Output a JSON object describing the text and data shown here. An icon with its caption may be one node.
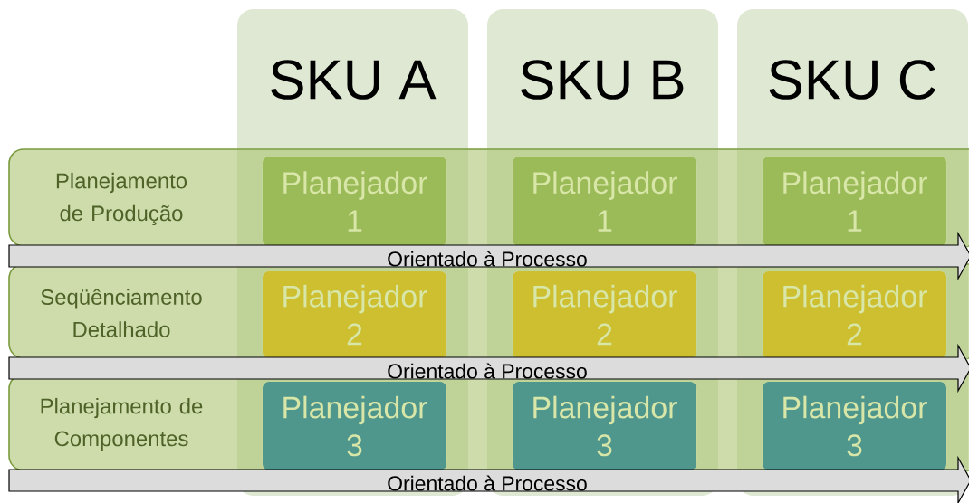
{
  "diagram": {
    "nodes": [
      {
        "text": [
          "SKU A"
        ]
      },
      {
        "text": [
          "SKU B"
        ]
      },
      {
        "text": [
          "SKU C"
        ]
      },
      {
        "text": [
          "Planejamento de Produção"
        ]
      },
      {
        "text": [
          "Planejador 1"
        ]
      },
      {
        "text": [
          "Planejador 1"
        ]
      },
      {
        "text": [
          "Planejador 1"
        ]
      },
      {
        "text": [
          "Orientado à Processo"
        ]
      },
      {
        "text": [
          "Seqüênciamento Detalhado"
        ]
      },
      {
        "text": [
          "Planejador 2"
        ]
      },
      {
        "text": [
          "Planejador 2"
        ]
      },
      {
        "text": [
          "Planejador 2"
        ]
      },
      {
        "text": [
          "Orientado à Processo"
        ]
      },
      {
        "text": [
          "Planejamento de Componentes"
        ]
      },
      {
        "text": [
          "Planejador 3"
        ]
      },
      {
        "text": [
          "Planejador 3"
        ]
      },
      {
        "text": [
          "Planejador 3"
        ]
      },
      {
        "text": [
          "Orientado à Processo"
        ]
      }
    ]
  }
}
